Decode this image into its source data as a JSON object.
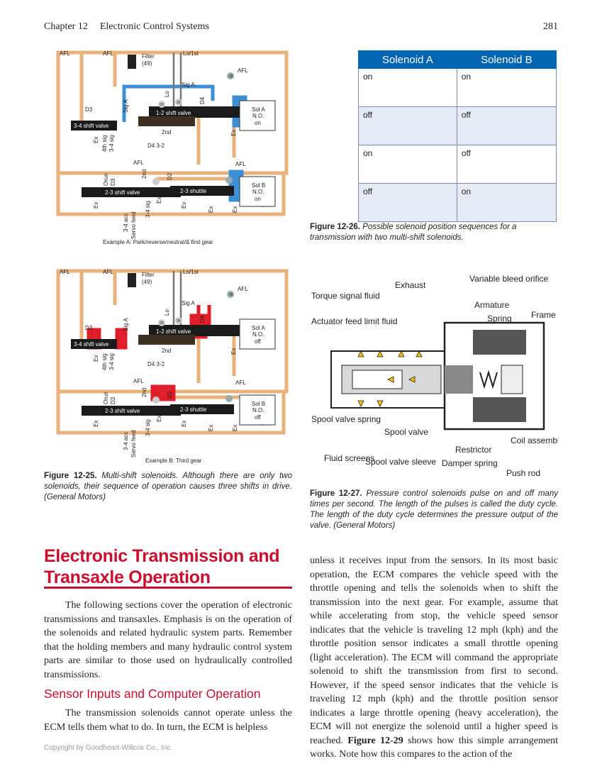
{
  "header": {
    "chapter": "Chapter 12",
    "title": "Electronic Control Systems",
    "page": "281"
  },
  "table": {
    "headers": [
      "Solenoid A",
      "Solenoid B"
    ],
    "rows": [
      [
        "on",
        "on"
      ],
      [
        "off",
        "off"
      ],
      [
        "on",
        "off"
      ],
      [
        "off",
        "on"
      ]
    ]
  },
  "fig26": {
    "label": "Figure 12-26.",
    "text": "Possible solenoid position sequences for a transmission with two multi-shift solenoids."
  },
  "fig25": {
    "label": "Figure 12-25.",
    "text": "Multi-shift solenoids. Although there are only two solenoids, their sequence of operation causes three shifts in drive. (General Motors)"
  },
  "fig27": {
    "label": "Figure 12-27.",
    "text": "Pressure control solenoids pulse on and off many times per second. The length of the pulses is called the duty cycle. The length of the duty cycle determines the pressure output of the valve. (General Motors)"
  },
  "diagramA": {
    "caption": "Example A: Park/reverse/neutral/& first gear",
    "afl": "AFL",
    "filter": "Filter",
    "filter_num": "(49)",
    "lo1st": "Lo/1st",
    "siga": "Sig A",
    "lo": "Lo",
    "d4": "D4",
    "d3": "D3",
    "shift12": "1-2 shift valve",
    "shift34": "3-4 shift valve",
    "second": "2nd",
    "d432": "D4 3-2",
    "ex": "Ex",
    "sig4": "4th sig",
    "sig34": "3-4 sig",
    "orun": "Orun",
    "d2": "D2",
    "shift23": "2-3 shift valve",
    "shuttle23": "2-3 shuttle",
    "acc34": "3-4 acc",
    "servo": "Servo feed",
    "sol_a": "Sol A",
    "sol_b": "Sol B",
    "no": "N.O.",
    "state_a": "on",
    "state_b": "on",
    "n1": "36",
    "n2": "29",
    "n3": "39"
  },
  "diagramB": {
    "caption": "Example B: Third gear",
    "state_a": "off",
    "state_b": "off"
  },
  "diagram27": {
    "exhaust": "Exhaust",
    "vbo": "Variable bleed orifice",
    "torque": "Torque signal fluid",
    "armature": "Armature",
    "spring": "Spring",
    "frame": "Frame",
    "actuator": "Actuator feed limit fluid",
    "spool_spring": "Spool valve spring",
    "spool_valve": "Spool valve",
    "restrictor": "Restrictor",
    "coil": "Coil assembly",
    "fluid_screens": "Fluid screens",
    "spool_sleeve": "Spool valve sleeve",
    "damper": "Damper spring",
    "push_rod": "Push rod"
  },
  "section": {
    "heading": "Electronic Transmission and Transaxle Operation",
    "para1": "The following sections cover the operation of electronic transmissions and transaxles. Emphasis is on the operation of the solenoids and related hydraulic system parts. Remember that the holding members and many hydraulic control system parts are similar to those used on hydraulically controlled transmissions.",
    "subheading": "Sensor Inputs and Computer Operation",
    "para2": "The transmission solenoids cannot operate unless the ECM tells them what to do. In turn, the ECM is helpless",
    "para3a": "unless it receives input from the sensors. In its most basic operation, the ECM compares the vehicle speed with the throttle opening and tells the solenoids when to shift the transmission into the next gear. For example, assume that while accelerating from stop, the vehicle speed sensor indicates that the vehicle is traveling 12 mph (kph) and the throttle position sensor indicates a small throttle opening (light acceleration). The ECM will command the appropriate solenoid to shift the transmission from first to second. However, if the speed sensor indicates that the vehicle is traveling 12 mph (kph) and the throttle position sensor indicates a large throttle opening (heavy acceleration), the ECM will not energize the solenoid until a higher speed is reached.",
    "para3_ref": "Figure 12-29",
    "para3b": "shows how this simple arrangement works. Note how this compares to the action of the"
  },
  "footer": {
    "copyright": "Copyright by Goodheart-Willcox Co., Inc."
  },
  "colors": {
    "red": "#c8102e",
    "blue": "#0066b3",
    "tan": "#e8b27a",
    "blue_fluid": "#3d8fd6",
    "red_fluid": "#e01e2a"
  }
}
